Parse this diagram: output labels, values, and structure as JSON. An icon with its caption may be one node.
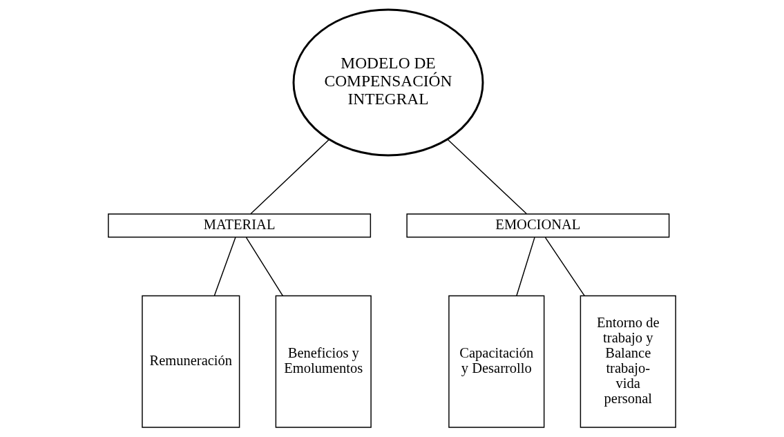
{
  "diagram": {
    "nodes": [
      {
        "text": [
          "MODELO DE COMPENSACIÓN INTEGRAL"
        ]
      },
      {
        "text": [
          "MATERIAL"
        ]
      },
      {
        "text": [
          "EMOCIONAL"
        ]
      },
      {
        "text": [
          "Remuneración"
        ]
      },
      {
        "text": [
          "Beneficios y Emolumentos"
        ]
      },
      {
        "text": [
          "Capacitación y Desarrollo"
        ]
      },
      {
        "text": [
          "Entorno de trabajo y Balance trabajo- vida personal"
        ]
      }
    ],
    "edges": [
      {
        "from": 0,
        "to": 1,
        "arrow": "none"
      },
      {
        "from": 0,
        "to": 2,
        "arrow": "none"
      },
      {
        "from": 1,
        "to": 3,
        "arrow": "none"
      },
      {
        "from": 1,
        "to": 4,
        "arrow": "none"
      },
      {
        "from": 2,
        "to": 5,
        "arrow": "none"
      },
      {
        "from": 2,
        "to": 6,
        "arrow": "none"
      }
    ]
  }
}
